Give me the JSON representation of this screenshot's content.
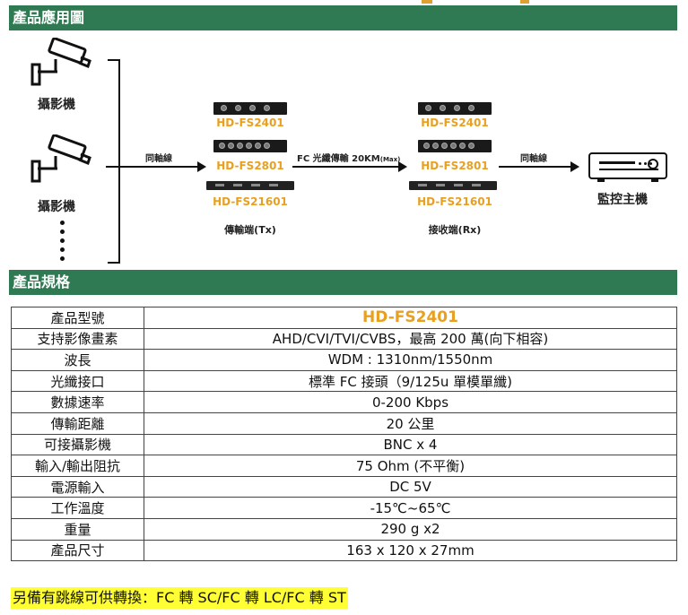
{
  "sections": {
    "application_title": "產品應用圖",
    "spec_title": "產品規格"
  },
  "diagram": {
    "camera_label": "攝影機",
    "coax_label": "同軸線",
    "fiber_label": "FC 光纖傳輸 20KM",
    "fiber_label_suffix": "(Max)",
    "coax_label_right": "同軸線",
    "tx_models": [
      "HD-FS2401",
      "HD-FS2801",
      "HD-FS21601"
    ],
    "rx_models": [
      "HD-FS2401",
      "HD-FS2801",
      "HD-FS21601"
    ],
    "tx_label": "傳輸端(Tx)",
    "rx_label": "接收端(Rx)",
    "dvr_label": "監控主機",
    "icons": [
      "camera-icon",
      "dvr-icon",
      "transmitter-icon",
      "receiver-icon"
    ]
  },
  "specs": {
    "rows": [
      {
        "label": "產品型號",
        "value": "HD-FS2401"
      },
      {
        "label": "支持影像畫素",
        "value": "AHD/CVI/TVI/CVBS，最高 200 萬(向下相容)"
      },
      {
        "label": "波長",
        "value": "WDM : 1310nm/1550nm"
      },
      {
        "label": "光纖接口",
        "value": "標準 FC 接頭（9/125u  單模單纖)"
      },
      {
        "label": "數據速率",
        "value": "0-200 Kbps"
      },
      {
        "label": "傳輸距離",
        "value": "20 公里"
      },
      {
        "label": "可接攝影機",
        "value": "BNC x 4"
      },
      {
        "label": "輸入/輸出阻抗",
        "value": "75 Ohm (不平衡)"
      },
      {
        "label": "電源輸入",
        "value": "DC 5V"
      },
      {
        "label": "工作溫度",
        "value": "-15℃~65℃"
      },
      {
        "label": "重量",
        "value": "290 g x2"
      },
      {
        "label": "產品尺寸",
        "value": "163 x 120 x 27mm"
      }
    ]
  },
  "note": "另備有跳線可供轉換：FC 轉 SC/FC 轉 LC/FC 轉 ST",
  "colors": {
    "section_bar": "#2f7a52",
    "model_orange": "#e8a020",
    "note_highlight": "#ffff33"
  }
}
